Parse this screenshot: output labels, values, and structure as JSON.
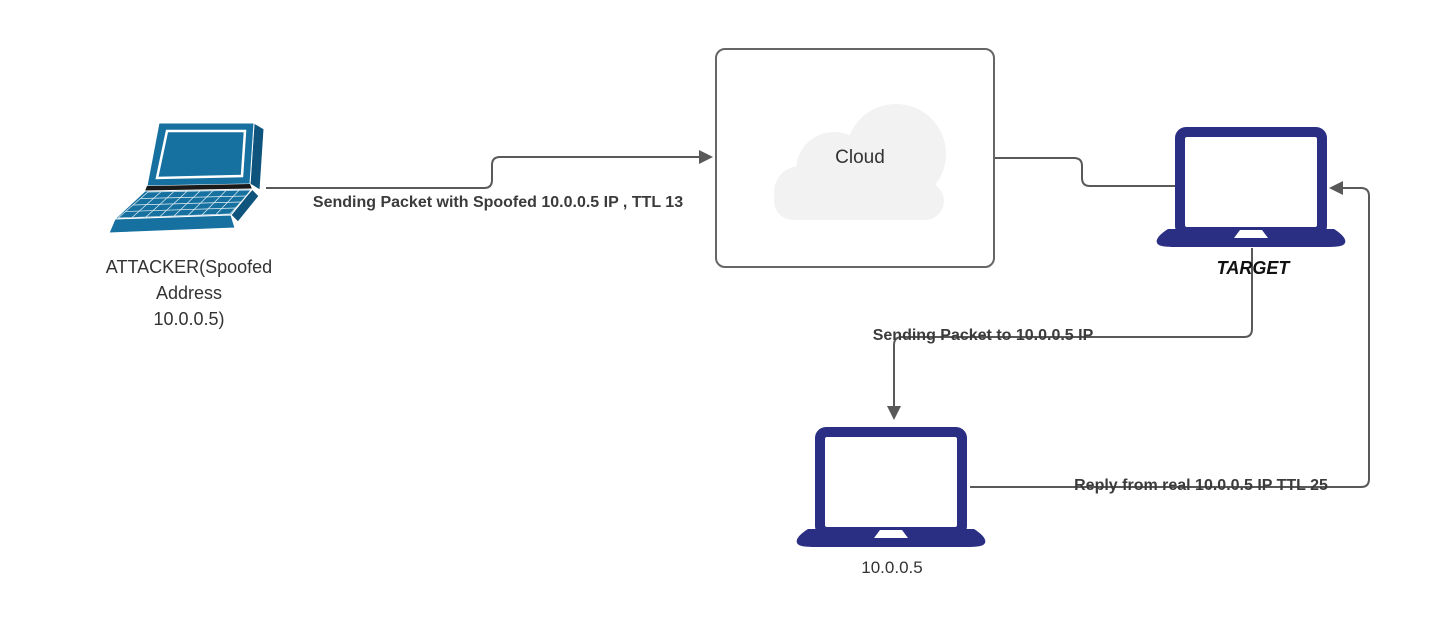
{
  "diagram": {
    "title_hint": "IP spoofing packet flow diagram",
    "colors": {
      "connector": "#595959",
      "laptop_navy": "#2b2f83",
      "laptop_teal": "#1671a0",
      "cloud_fill": "#f2f2f2",
      "cloud_box_border": "#666666",
      "edge_label_color": "#3b3b3b"
    }
  },
  "nodes": {
    "attacker": {
      "icon": "laptop-perspective-icon",
      "label": "ATTACKER(Spoofed\nAddress\n10.0.0.5)"
    },
    "cloud": {
      "icon": "cloud-icon",
      "label": "Cloud"
    },
    "target": {
      "icon": "laptop-icon",
      "label": "TARGET"
    },
    "real_host": {
      "icon": "laptop-icon",
      "label": "10.0.0.5"
    }
  },
  "edges": {
    "attacker_to_cloud": {
      "from": "attacker",
      "to": "cloud",
      "label": "Sending Packet with Spoofed 10.0.0.5 IP , TTL 13"
    },
    "cloud_to_target": {
      "from": "cloud",
      "to": "target",
      "label": ""
    },
    "target_to_real": {
      "from": "target",
      "to": "real_host",
      "label": "Sending Packet to 10.0.0.5 IP"
    },
    "real_to_target": {
      "from": "real_host",
      "to": "target",
      "label": "Reply from real 10.0.0.5 IP TTL 25"
    }
  }
}
